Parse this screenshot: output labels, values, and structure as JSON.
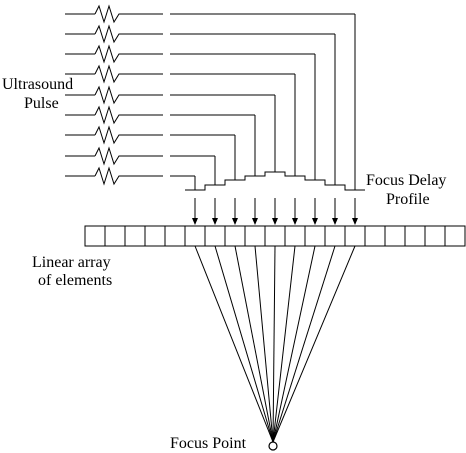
{
  "labels": {
    "pulse_line1": "Ultrasound",
    "pulse_line2": "Pulse",
    "profile_line1": "Focus Delay",
    "profile_line2": "Profile",
    "array_line1": "Linear array",
    "array_line2": "of elements",
    "focus": "Focus Point"
  },
  "array": {
    "element_count": 19,
    "active_elements": [
      5,
      6,
      7,
      8,
      9,
      10,
      11,
      12,
      13
    ]
  },
  "colors": {
    "stroke": "#000000",
    "background": "#ffffff"
  }
}
